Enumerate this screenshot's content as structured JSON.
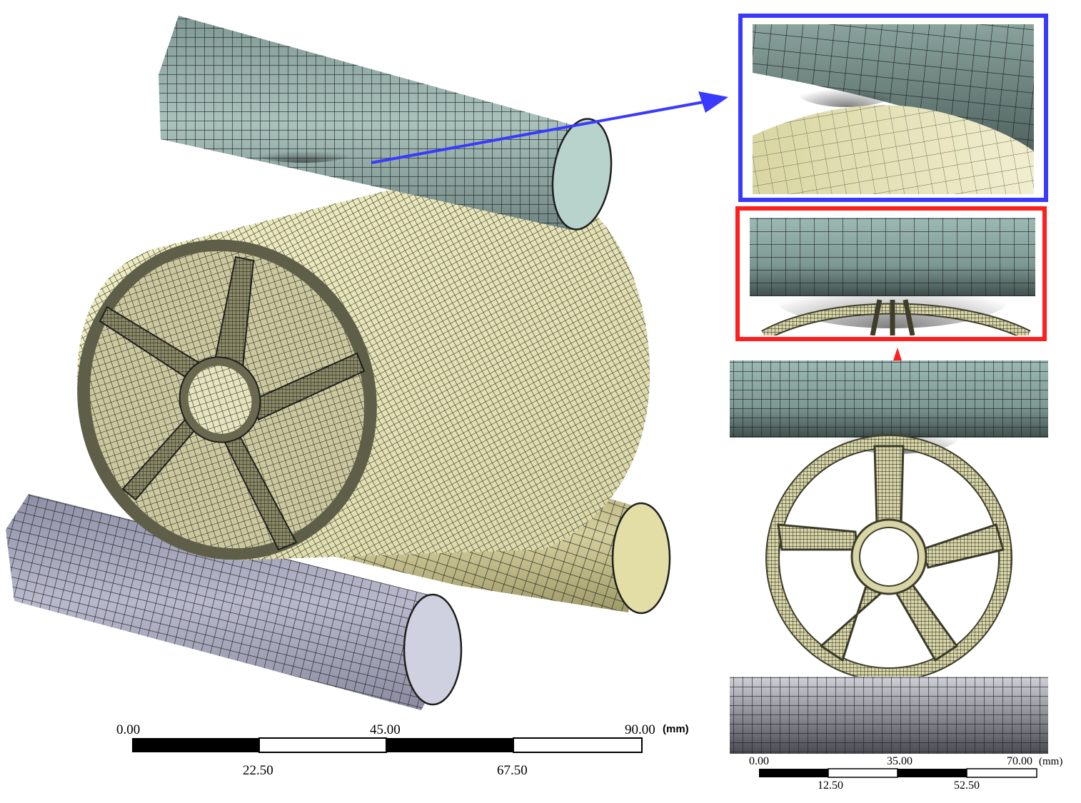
{
  "colors": {
    "top_roller": "#9bb1ab",
    "top_roller_end": "#b8d2cc",
    "drum_shell": "#e4e2b6",
    "bottom_left_roller": "#a7a8bc",
    "bottom_left_roller_end": "#cfd0e0",
    "bottom_right_roller": "#c8c391",
    "bottom_right_roller_end": "#e3dea6",
    "wheel_frame": "#c9c6a0",
    "mesh_line": "#1e1e1e",
    "zoom_box_blue": "#3a3aff",
    "zoom_box_red": "#ff1f1f",
    "arrow_blue": "#3a3aff",
    "arrow_red": "#ff1f1f"
  },
  "main_scalebar": {
    "label_0": "0.00",
    "label_mid": "45.00",
    "label_end": "90.00",
    "unit": "(mm)",
    "label_q1": "22.50",
    "label_q3": "67.50"
  },
  "small_scalebar": {
    "label_0": "0.00",
    "label_mid": "35.00",
    "label_end": "70.00",
    "unit": "(mm)",
    "label_q1": "12.50",
    "label_q3": "52.50"
  },
  "icons": {
    "arrow_to_detail": "arrow-right-icon",
    "arrow_up": "arrow-up-icon"
  }
}
